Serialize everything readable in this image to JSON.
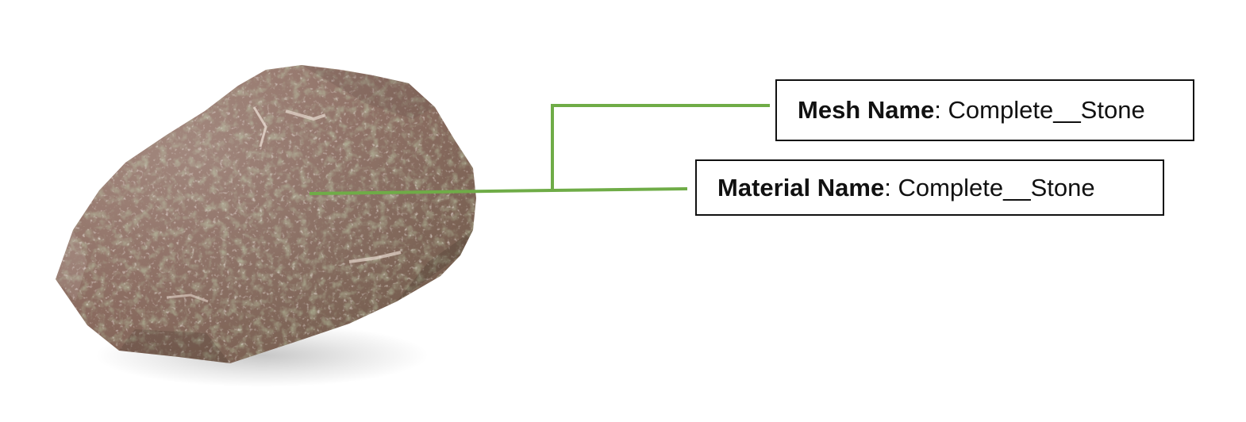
{
  "labels": {
    "mesh": {
      "key": "Mesh Name",
      "separator": ": ",
      "value": "Complete__Stone"
    },
    "material": {
      "key": "Material Name",
      "separator": ": ",
      "value": "Complete__Stone"
    }
  },
  "colors": {
    "leader_line": "#6fac47",
    "box_border": "#111111",
    "text": "#111111",
    "stone_base": "#8a6a60",
    "stone_moss": "#7d8a55",
    "stone_highlight": "#d9c8bf"
  },
  "icons": {
    "subject": "stone-3d-model-icon"
  }
}
